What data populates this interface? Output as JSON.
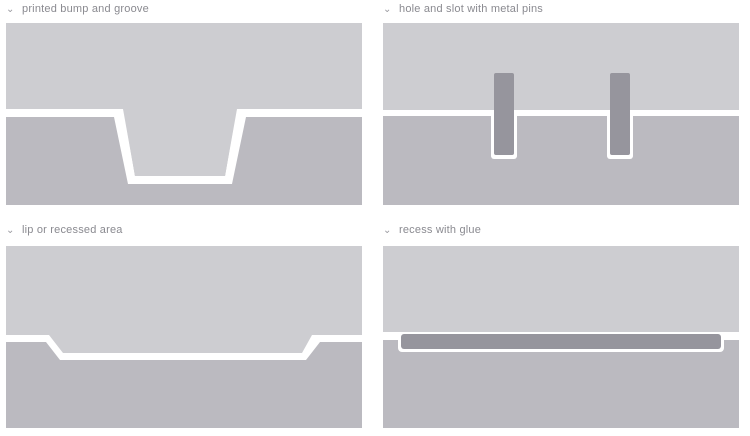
{
  "panels": [
    {
      "caption": "printed bump and groove",
      "chevron_icon": "chevron-down-icon"
    },
    {
      "caption": "hole and slot with metal pins",
      "chevron_icon": "chevron-down-icon"
    },
    {
      "caption": "lip or recessed area",
      "chevron_icon": "chevron-down-icon"
    },
    {
      "caption": "recess with glue",
      "chevron_icon": "chevron-down-icon"
    }
  ],
  "colors": {
    "top_part": "#cdcdd1",
    "bottom_part": "#bbbac0",
    "pin": "#96959d",
    "gap": "#ffffff",
    "caption": "#8a8a90"
  }
}
